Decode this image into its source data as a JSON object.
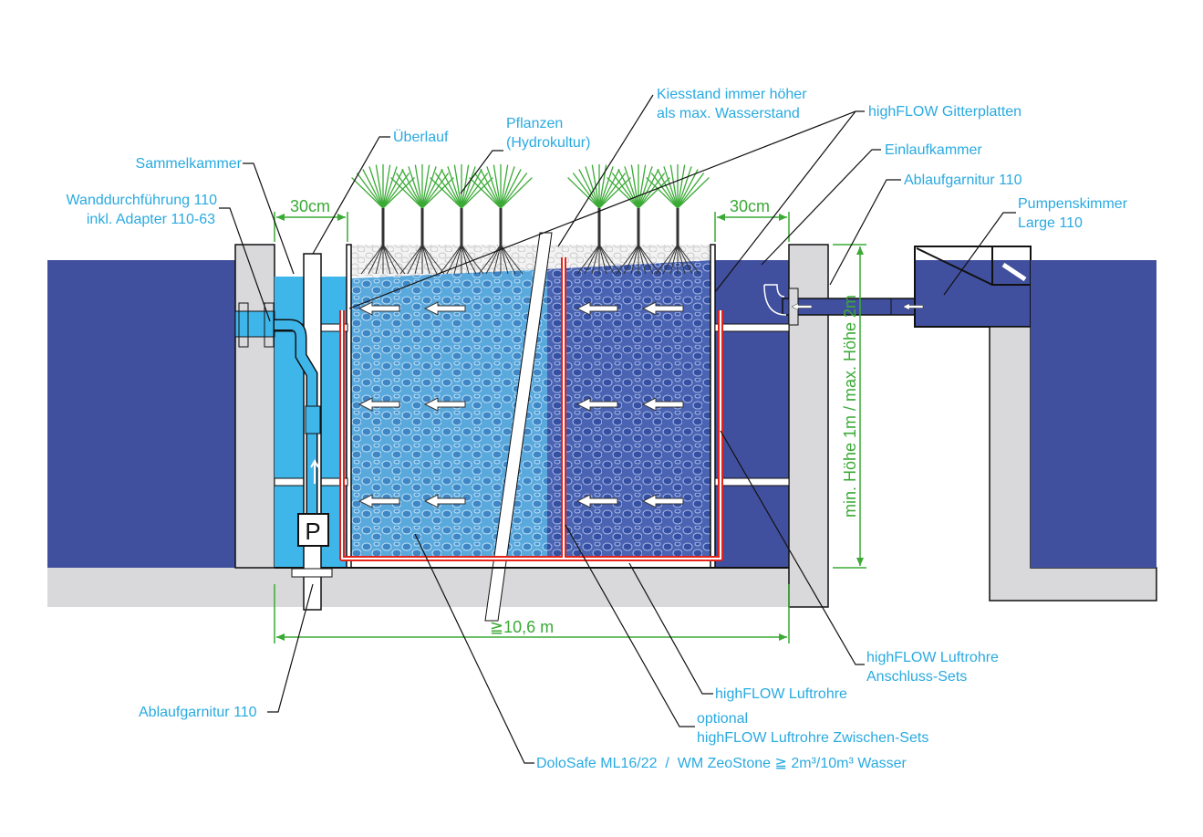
{
  "colors": {
    "label": "#29aae1",
    "dimension": "#3aaa35",
    "pond_water": "#41509e",
    "collection_chamber_water": "#3fb6ea",
    "concrete": "#d9d9db",
    "air_pipe": "#e4231b"
  },
  "labels": {
    "gravel_level_1": "Kiesstand immer höher",
    "gravel_level_2": "als max. Wasserstand",
    "grid_plates": "highFLOW Gitterplatten",
    "inlet_chamber": "Einlaufkammer",
    "drain_set_right": "Ablaufgarnitur 110",
    "pump_skimmer_1": "Pumpenskimmer",
    "pump_skimmer_2": "Large 110",
    "plants_1": "Pflanzen",
    "plants_2": "(Hydrokultur)",
    "overflow": "Überlauf",
    "collection_chamber": "Sammelkammer",
    "wall_duct_1": "Wanddurchführung 110",
    "wall_duct_2": "inkl. Adapter 110-63",
    "air_pipe_connection_1": "highFLOW Luftrohre",
    "air_pipe_connection_2": "Anschluss-Sets",
    "air_pipe": "highFLOW Luftrohre",
    "air_pipe_intermediate_1": "optional",
    "air_pipe_intermediate_2": "highFLOW Luftrohre Zwischen-Sets",
    "substrate": "DoloSafe ML16/22  /  WM ZeoStone ≧ 2m³/10m³ Wasser",
    "drain_set_left": "Ablaufgarnitur 110",
    "pump": "P"
  },
  "dimensions": {
    "left_chamber_width": "30cm",
    "right_chamber_width": "30cm",
    "total_length": "≧10,6 m",
    "height": "min. Höhe 1m / max. Höhe 2m"
  }
}
